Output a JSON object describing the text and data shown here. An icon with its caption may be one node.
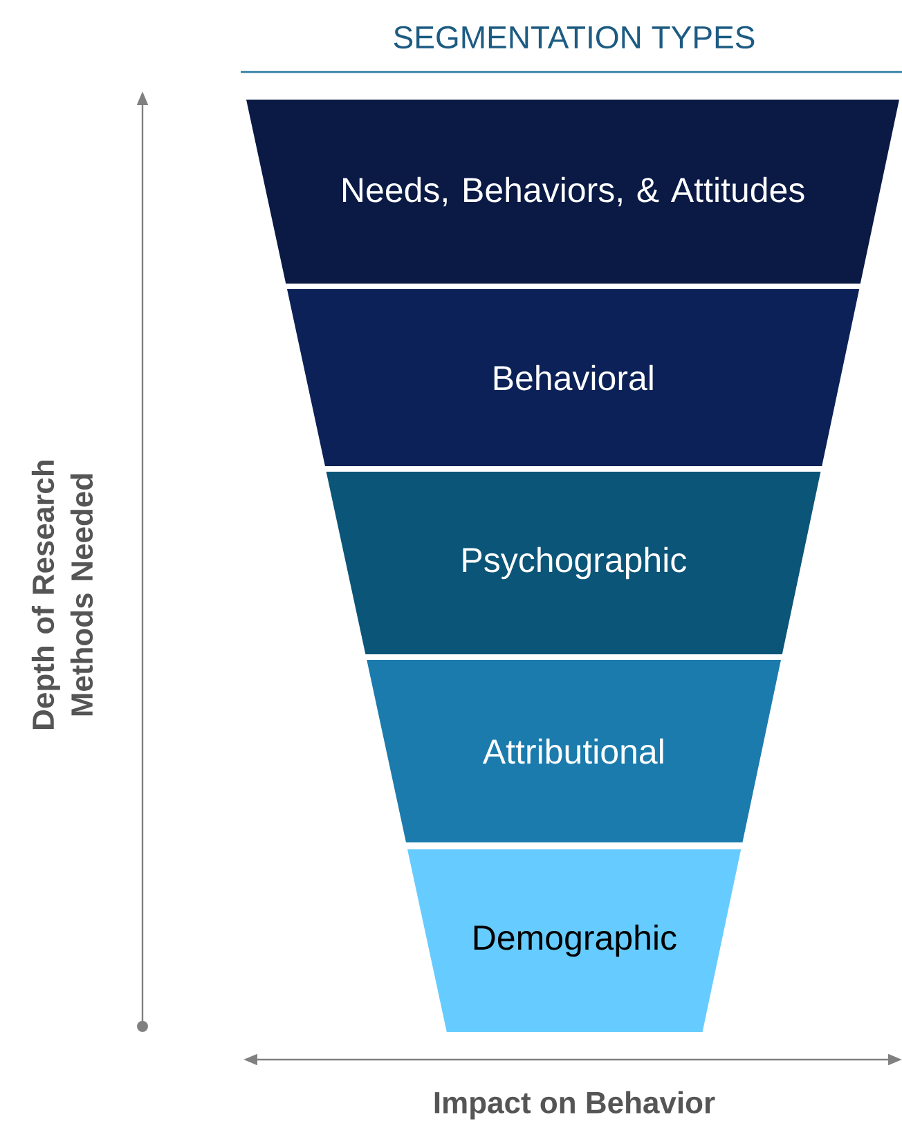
{
  "diagram": {
    "title": "SEGMENTATION TYPES",
    "nodes": [
      {
        "text": [
          "Needs, Behaviors, & Attitudes"
        ]
      },
      {
        "text": [
          "Behavioral"
        ]
      },
      {
        "text": [
          "Psychographic"
        ]
      },
      {
        "text": [
          "Attributional"
        ]
      },
      {
        "text": [
          "Demographic"
        ]
      }
    ],
    "labels": [
      "Depth of Research Methods Needed",
      "Impact on Behavior"
    ]
  }
}
